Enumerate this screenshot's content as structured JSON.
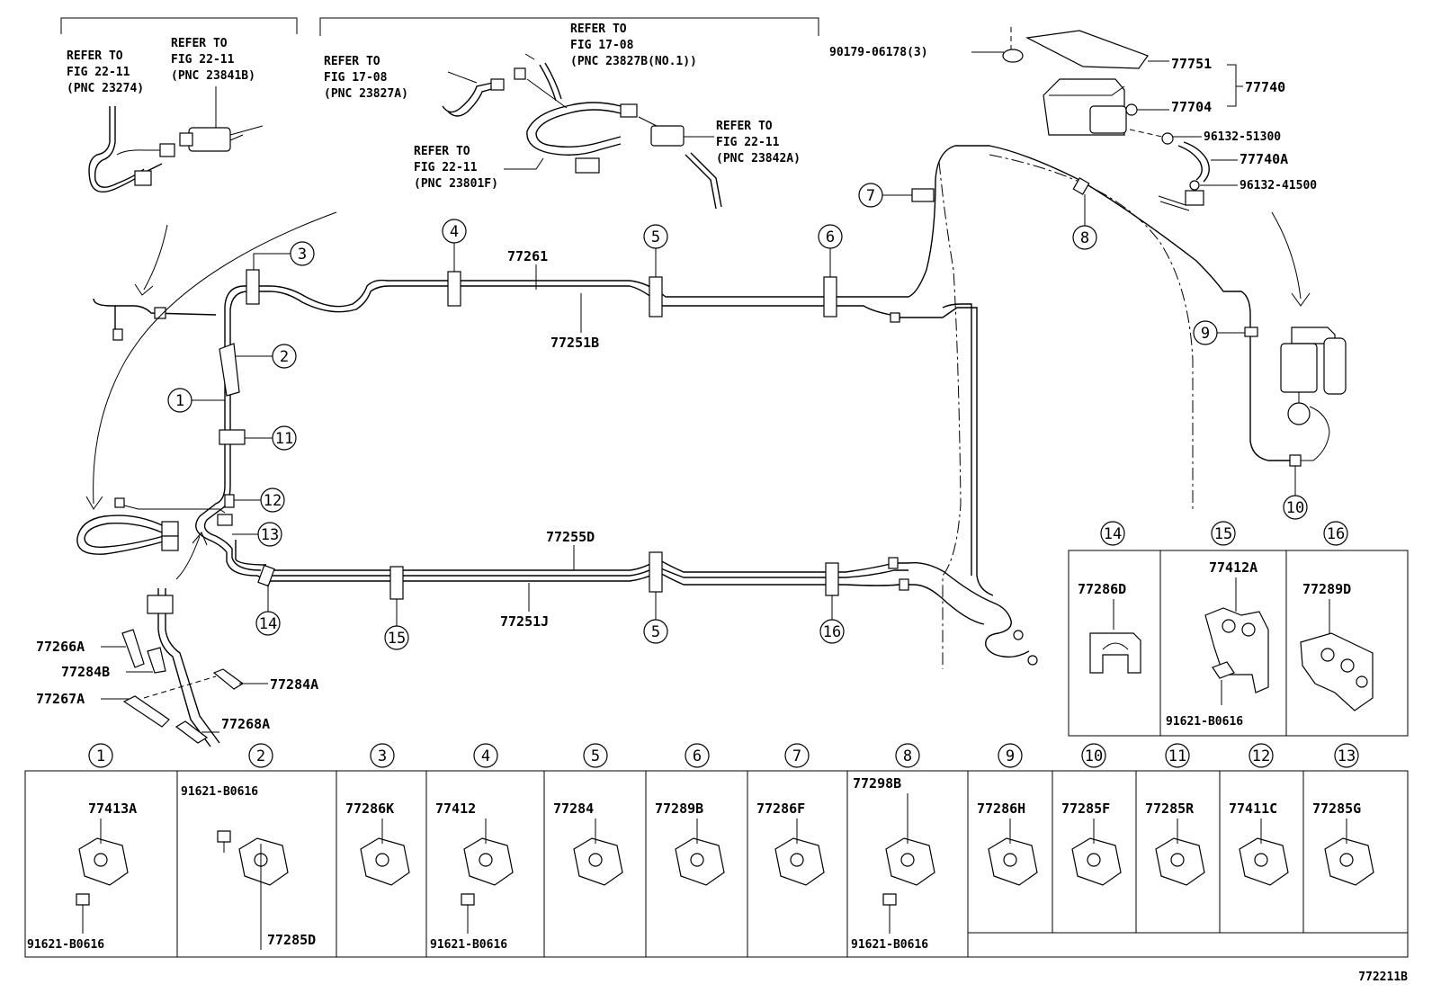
{
  "diagram_code": "772211B",
  "refs": {
    "r1": [
      "REFER TO",
      "FIG 22-11",
      "(PNC 23274)"
    ],
    "r2": [
      "REFER TO",
      "FIG 22-11",
      "(PNC 23841B)"
    ],
    "r3": [
      "REFER TO",
      "FIG 17-08",
      "(PNC 23827A)"
    ],
    "r4": [
      "REFER TO",
      "FIG 17-08",
      "(PNC 23827B(NO.1))"
    ],
    "r5": [
      "REFER TO",
      "FIG 22-11",
      "(PNC 23801F)"
    ],
    "r6": [
      "REFER TO",
      "FIG 22-11",
      "(PNC 23842A)"
    ]
  },
  "parts": {
    "p77261": "77261",
    "p77251B": "77251B",
    "p77255D": "77255D",
    "p77251J": "77251J",
    "p77751": "77751",
    "p77704": "77704",
    "p77740": "77740",
    "p77740A": "77740A",
    "p9013": "90179-06178(3)",
    "p9613a": "96132-51300",
    "p9613b": "96132-41500",
    "p77266A": "77266A",
    "p77284B": "77284B",
    "p77267A": "77267A",
    "p77284A": "77284A",
    "p77268A": "77268A"
  },
  "callouts": [
    "1",
    "2",
    "3",
    "4",
    "5",
    "6",
    "7",
    "8",
    "9",
    "10",
    "11",
    "12",
    "13",
    "14",
    "15",
    "16"
  ],
  "inset_top": [
    {
      "num": "14",
      "part": "77286D"
    },
    {
      "num": "15",
      "part": "77412A",
      "bolt": "91621-B0616"
    },
    {
      "num": "16",
      "part": "77289D"
    }
  ],
  "table": [
    {
      "num": "1",
      "part": "77413A",
      "bolt": "91621-B0616"
    },
    {
      "num": "2",
      "part": "77285D",
      "bolt": "91621-B0616"
    },
    {
      "num": "3",
      "part": "77286K"
    },
    {
      "num": "4",
      "part": "77412",
      "bolt": "91621-B0616"
    },
    {
      "num": "5",
      "part": "77284"
    },
    {
      "num": "6",
      "part": "77289B"
    },
    {
      "num": "7",
      "part": "77286F"
    },
    {
      "num": "8",
      "part": "77298B",
      "bolt": "91621-B0616"
    },
    {
      "num": "9",
      "part": "77286H"
    },
    {
      "num": "10",
      "part": "77285F"
    },
    {
      "num": "11",
      "part": "77285R"
    },
    {
      "num": "12",
      "part": "77411C"
    },
    {
      "num": "13",
      "part": "77285G"
    }
  ]
}
